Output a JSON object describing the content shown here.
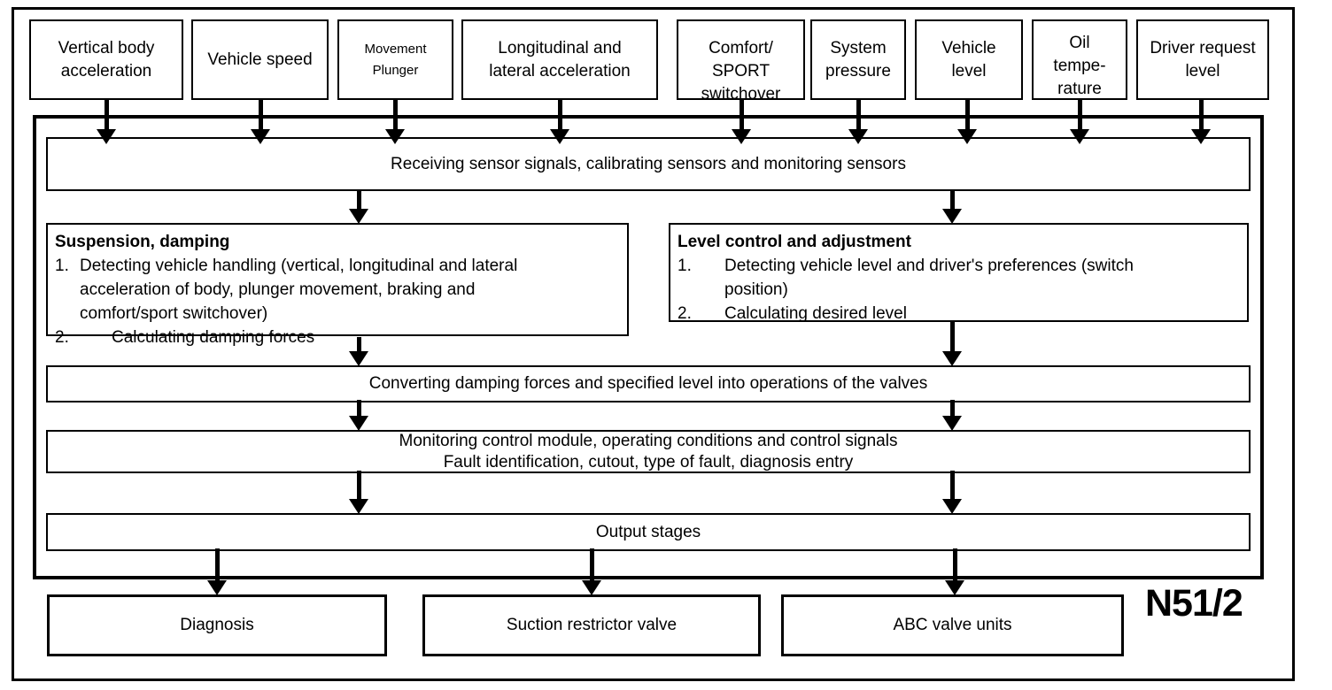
{
  "module_id": "N51/2",
  "inputs": [
    {
      "lines": [
        "Vertical body",
        "acceleration"
      ]
    },
    {
      "lines": [
        "Vehicle speed"
      ]
    },
    {
      "lines": [
        "Movement",
        "Plunger"
      ]
    },
    {
      "lines": [
        "Longitudinal and",
        "lateral acceleration"
      ]
    },
    {
      "lines": [
        "Comfort/",
        "SPORT",
        "switchover"
      ]
    },
    {
      "lines": [
        "System",
        "pressure"
      ]
    },
    {
      "lines": [
        "Vehicle",
        "level"
      ]
    },
    {
      "lines": [
        "Oil",
        "tempe-",
        "rature"
      ]
    },
    {
      "lines": [
        "Driver request",
        "level"
      ]
    }
  ],
  "module": {
    "receiving_label": "Receiving sensor signals, calibrating sensors and monitoring sensors",
    "suspension": {
      "title": "Suspension, damping",
      "items": [
        {
          "num": "1.",
          "text_lines": [
            "Detecting vehicle handling (vertical, longitudinal and lateral",
            "acceleration of body, plunger movement, braking and",
            "comfort/sport switchover)"
          ]
        },
        {
          "num": "2.",
          "text_lines": [
            "Calculating damping forces"
          ]
        }
      ]
    },
    "level_control": {
      "title": "Level control and adjustment",
      "items": [
        {
          "num": "1.",
          "text_lines": [
            "Detecting vehicle level and driver's preferences (switch",
            "position)"
          ]
        },
        {
          "num": "2.",
          "text_lines": [
            "Calculating desired level"
          ]
        }
      ]
    },
    "converting_label": "Converting damping forces and specified level into operations of the valves",
    "monitoring_lines": [
      "Monitoring control module, operating conditions and control signals",
      "Fault identification, cutout, type of fault, diagnosis entry"
    ],
    "output_label": "Output stages"
  },
  "outputs": [
    {
      "label": "Diagnosis"
    },
    {
      "label": "Suction restrictor valve"
    },
    {
      "label": "ABC valve units"
    }
  ]
}
